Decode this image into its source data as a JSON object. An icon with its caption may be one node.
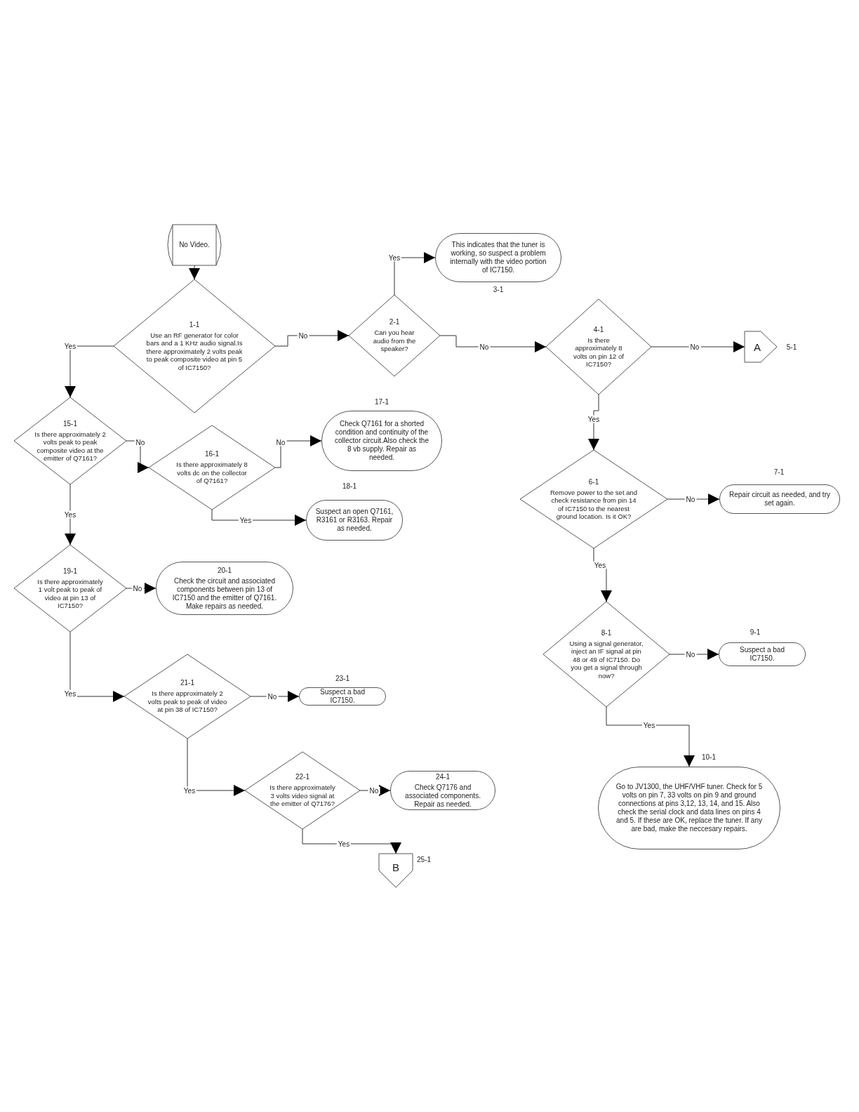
{
  "diagram": {
    "nodes": [
      {
        "text": [
          "No Video."
        ]
      },
      {
        "text": [
          "1-1",
          "Use an RF generator for color bars and a 1 KHz audio signal.Is there approximately 2 volts peak to peak composite video at pin 5 of IC7150?"
        ]
      },
      {
        "text": [
          "2-1",
          "Can you hear audio from the speaker?"
        ]
      },
      {
        "text": [
          "This indicates that the tuner is working, so suspect a problem internally with the video portion of IC7150."
        ],
        "beside": [
          "3-1"
        ]
      },
      {
        "text": [
          "4-1",
          "Is there approximately 8 volts on pin 12 of IC7150?"
        ]
      },
      {
        "text": [
          "A"
        ],
        "beside": [
          "5-1"
        ]
      },
      {
        "text": [
          "15-1",
          "Is there approximately 2 volts peak to peak composite video at the emitter of Q7161?"
        ]
      },
      {
        "text": [
          "16-1",
          "Is there approximately 8 volts dc on the collector of Q7161?"
        ]
      },
      {
        "text": [
          "Check Q7161 for a shorted condition and continuity of the collector circuit.Also check the 8 vb supply. Repair as needed."
        ],
        "beside": [
          "17-1"
        ]
      },
      {
        "text": [
          "Suspect an open Q7161, R3161 or R3163. Repair as needed."
        ],
        "beside": [
          "18-1"
        ]
      },
      {
        "text": [
          "19-1",
          "Is there approximately 1 volt peak to peak of video at pin 13 of IC7150?"
        ]
      },
      {
        "text": [
          "20-1",
          "Check the circuit and associated components between pin 13 of IC7150 and the emitter of Q7161. Make repairs as needed."
        ]
      },
      {
        "text": [
          "6-1",
          "Remove power to the set and check resistance from pin 14 of IC7150 to the nearest ground location. Is it OK?"
        ]
      },
      {
        "text": [
          "Repair circuit as needed, and try set again."
        ],
        "beside": [
          "7-1"
        ]
      },
      {
        "text": [
          "8-1",
          "Using a signal generator, inject an IF signal at pin 48 or 49 of IC7150. Do you get a signal through now?"
        ]
      },
      {
        "text": [
          "Suspect a bad IC7150."
        ],
        "beside": [
          "9-1"
        ]
      },
      {
        "text": [
          "Go to JV1300, the UHF/VHF tuner. Check for 5 volts on pin 7, 33 volts on pin 9 and ground connections at pins 3,12, 13, 14, and 15. Also check the serial clock and data lines on pins 4 and 5. If these are OK, replace the tuner. If any are bad, make the neccesary repairs."
        ],
        "beside": [
          "10-1"
        ]
      },
      {
        "text": [
          "21-1",
          "Is there approximately 2 volts peak to peak of video at pin 38 of IC7150?"
        ]
      },
      {
        "text": [
          "Suspect a bad IC7150."
        ],
        "beside": [
          "23-1"
        ]
      },
      {
        "text": [
          "22-1",
          "Is there approximately 3 volts video signal at the emitter of Q7176?"
        ]
      },
      {
        "text": [
          "24-1",
          "Check Q7176 and associated components. Repair as needed."
        ]
      },
      {
        "text": [
          "B"
        ],
        "beside": [
          "25-1"
        ]
      }
    ],
    "edges": [
      {
        "from": 0,
        "to": 1,
        "arrow": "to"
      },
      {
        "from": 1,
        "to": 2,
        "arrow": "to",
        "label": "No"
      },
      {
        "from": 1,
        "to": 6,
        "arrow": "to",
        "label": "Yes"
      },
      {
        "from": 2,
        "to": 3,
        "arrow": "to",
        "label": "Yes"
      },
      {
        "from": 2,
        "to": 4,
        "arrow": "to",
        "label": "No"
      },
      {
        "from": 4,
        "to": 5,
        "arrow": "to",
        "label": "No"
      },
      {
        "from": 4,
        "to": 12,
        "arrow": "to",
        "label": "Yes"
      },
      {
        "from": 6,
        "to": 7,
        "arrow": "to",
        "label": "No"
      },
      {
        "from": 6,
        "to": 10,
        "arrow": "to",
        "label": "Yes"
      },
      {
        "from": 7,
        "to": 8,
        "arrow": "to",
        "label": "No"
      },
      {
        "from": 7,
        "to": 9,
        "arrow": "to",
        "label": "Yes"
      },
      {
        "from": 10,
        "to": 11,
        "arrow": "to",
        "label": "No"
      },
      {
        "from": 10,
        "to": 17,
        "arrow": "to",
        "label": "Yes"
      },
      {
        "from": 12,
        "to": 13,
        "arrow": "to",
        "label": "No"
      },
      {
        "from": 12,
        "to": 14,
        "arrow": "to",
        "label": "Yes"
      },
      {
        "from": 14,
        "to": 15,
        "arrow": "to",
        "label": "No"
      },
      {
        "from": 14,
        "to": 16,
        "arrow": "to",
        "label": "Yes"
      },
      {
        "from": 17,
        "to": 18,
        "arrow": "to",
        "label": "No"
      },
      {
        "from": 17,
        "to": 19,
        "arrow": "to",
        "label": "Yes"
      },
      {
        "from": 19,
        "to": 20,
        "arrow": "to",
        "label": "No"
      },
      {
        "from": 19,
        "to": 21,
        "arrow": "to",
        "label": "Yes"
      }
    ]
  }
}
